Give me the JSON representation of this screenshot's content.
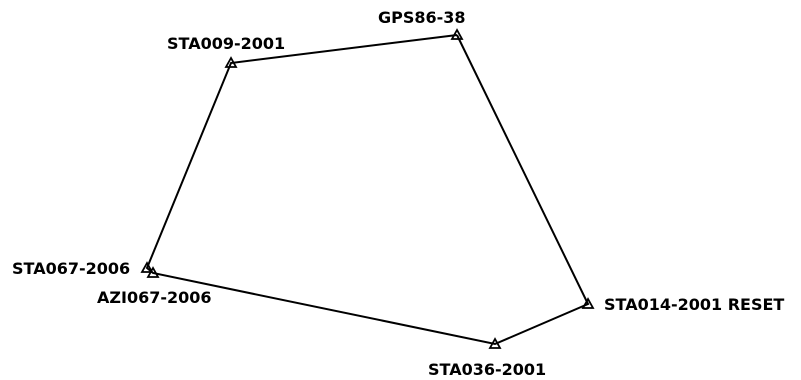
{
  "diagram": {
    "type": "survey-traverse",
    "line_color": "#000000",
    "background_color": "#ffffff",
    "marker_shape": "triangle",
    "stations": [
      {
        "id": "gps86-38",
        "label": "GPS86-38"
      },
      {
        "id": "sta009-2001",
        "label": "STA009-2001"
      },
      {
        "id": "sta067-2006",
        "label": "STA067-2006"
      },
      {
        "id": "azi067-2006",
        "label": "AZI067-2006"
      },
      {
        "id": "sta036-2001",
        "label": "STA036-2001"
      },
      {
        "id": "sta014-2001",
        "label": "STA014-2001 RESET"
      }
    ],
    "traverse_order": [
      "gps86-38",
      "sta009-2001",
      "sta067-2006",
      "azi067-2006",
      "sta036-2001",
      "sta014-2001",
      "gps86-38"
    ]
  }
}
